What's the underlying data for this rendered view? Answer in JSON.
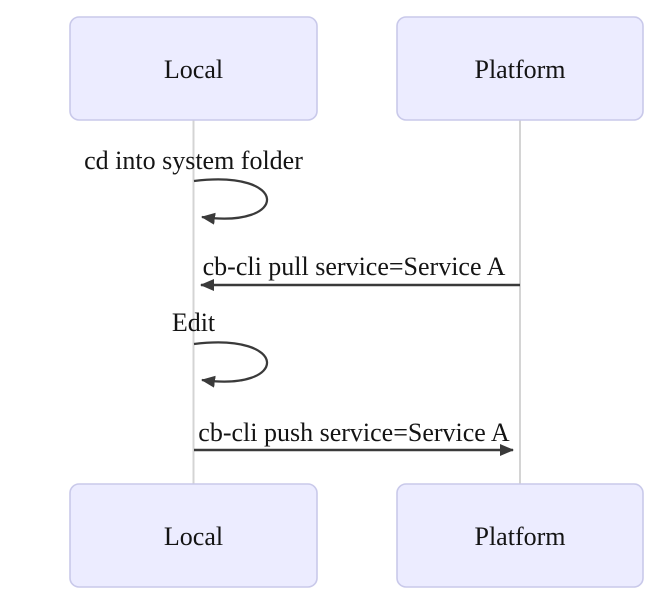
{
  "diagram": {
    "type": "sequence",
    "actors": [
      {
        "id": "local",
        "label": "Local"
      },
      {
        "id": "platform",
        "label": "Platform"
      }
    ],
    "messages": [
      {
        "seq": 1,
        "from": "Local",
        "to": "Local",
        "kind": "self-loop",
        "label": "cd into system folder"
      },
      {
        "seq": 2,
        "from": "Platform",
        "to": "Local",
        "kind": "solid-arrow",
        "label": "cb-cli pull service=Service A"
      },
      {
        "seq": 3,
        "from": "Local",
        "to": "Local",
        "kind": "self-loop",
        "label": "Edit"
      },
      {
        "seq": 4,
        "from": "Local",
        "to": "Platform",
        "kind": "solid-arrow",
        "label": "cb-cli push service=Service A"
      }
    ],
    "colors": {
      "background": "#ffffff",
      "actor_fill": "#ececff",
      "actor_border": "#c9c9ea",
      "lifeline": "#d4d4d4",
      "message_line": "#3a3a3a",
      "text": "#141414"
    }
  }
}
